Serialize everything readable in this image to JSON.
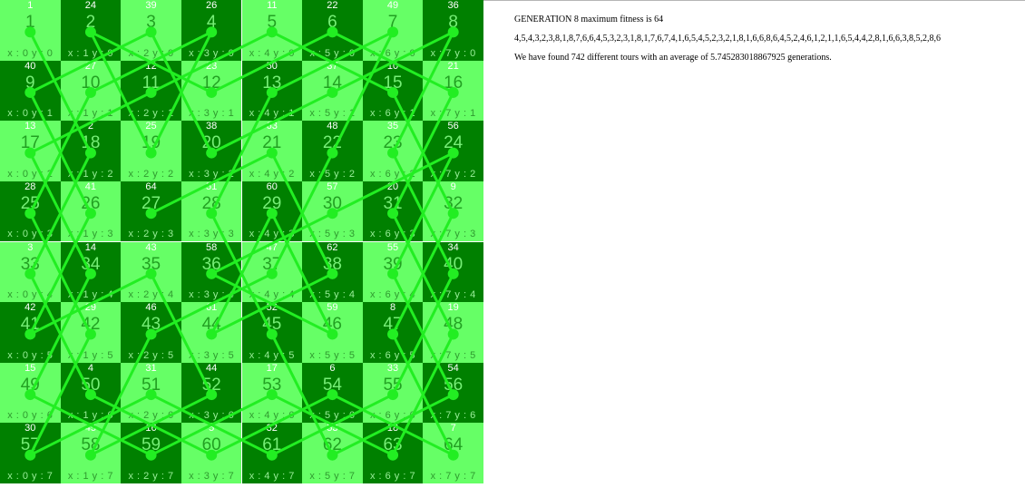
{
  "board": {
    "columns": 8,
    "rows": 8,
    "colors": {
      "light": "#66ff66",
      "dark": "#008000",
      "square_text_on_light": "#22a022",
      "square_text_on_dark": "#77ee77",
      "coord_text_on_light": "#2f9a2f",
      "coord_text_on_dark": "#99ee99",
      "path": "#22ee22",
      "dot": "#22ee22"
    },
    "move_order": [
      [
        1,
        24,
        39,
        26,
        11,
        22,
        49,
        36
      ],
      [
        40,
        27,
        12,
        23,
        50,
        37,
        10,
        21
      ],
      [
        13,
        2,
        25,
        38,
        63,
        48,
        35,
        56
      ],
      [
        28,
        41,
        64,
        51,
        60,
        57,
        20,
        9
      ],
      [
        3,
        14,
        43,
        58,
        47,
        62,
        55,
        34
      ],
      [
        42,
        29,
        46,
        61,
        52,
        59,
        8,
        19
      ],
      [
        15,
        4,
        31,
        44,
        17,
        6,
        33,
        54
      ],
      [
        30,
        45,
        16,
        5,
        32,
        53,
        18,
        7
      ]
    ]
  },
  "info": {
    "generation_line": "GENERATION 8 maximum fitness is 64",
    "sequence_line": "4,5,4,3,2,3,8,1,8,7,6,6,4,5,3,2,3,1,8,1,7,6,7,4,1,6,5,4,5,2,3,2,1,8,1,6,6,8,6,4,5,2,4,6,1,2,1,1,6,5,4,4,2,8,1,6,6,3,8,5,2,8,6",
    "summary_line": "We have found 742 different tours with an average of 5.745283018867925 generations."
  }
}
